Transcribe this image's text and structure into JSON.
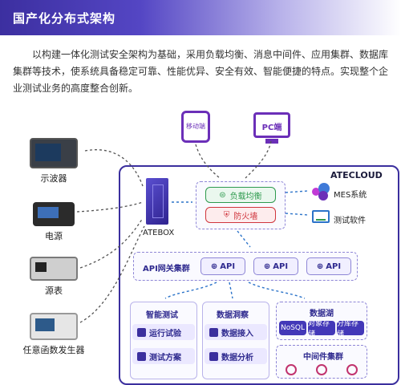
{
  "header": {
    "title": "国产化分布式架构"
  },
  "intro": "以构建一体化测试安全架构为基础，采用负载均衡、消息中间件、应用集群、数据库集群等技术，使系统具备稳定可靠、性能优异、安全有效、智能便捷的特点。实现整个企业测试业务的高度整合创新。",
  "devices": [
    {
      "label": "示波器"
    },
    {
      "label": "电源"
    },
    {
      "label": "源表"
    },
    {
      "label": "任意函数发生器"
    }
  ],
  "clients": {
    "mobile": "移动端",
    "pc": "PC端"
  },
  "atecloud": {
    "title": "ATECLOUD",
    "atebox": "ATEBOX"
  },
  "gateway": {
    "load_balance": "负载均衡",
    "firewall": "防火墙"
  },
  "external": {
    "mes": "MES系统",
    "test_software": "测试软件"
  },
  "api_cluster": {
    "title": "API网关集群",
    "items": [
      "API",
      "API",
      "API"
    ]
  },
  "smart_test": {
    "title": "智能测试",
    "items": [
      "运行试验",
      "测试方案"
    ]
  },
  "data_insight": {
    "title": "数据洞察",
    "items": [
      "数据接入",
      "数据分析"
    ]
  },
  "data_lake": {
    "title": "数据湖",
    "items": [
      "NoSQL",
      "对象存储",
      "分库存储"
    ]
  },
  "middleware": {
    "title": "中间件集群"
  },
  "colors": {
    "primary": "#3b2f9e",
    "accent": "#5446c4",
    "green": "#2e9a4e",
    "red": "#d0353d"
  }
}
